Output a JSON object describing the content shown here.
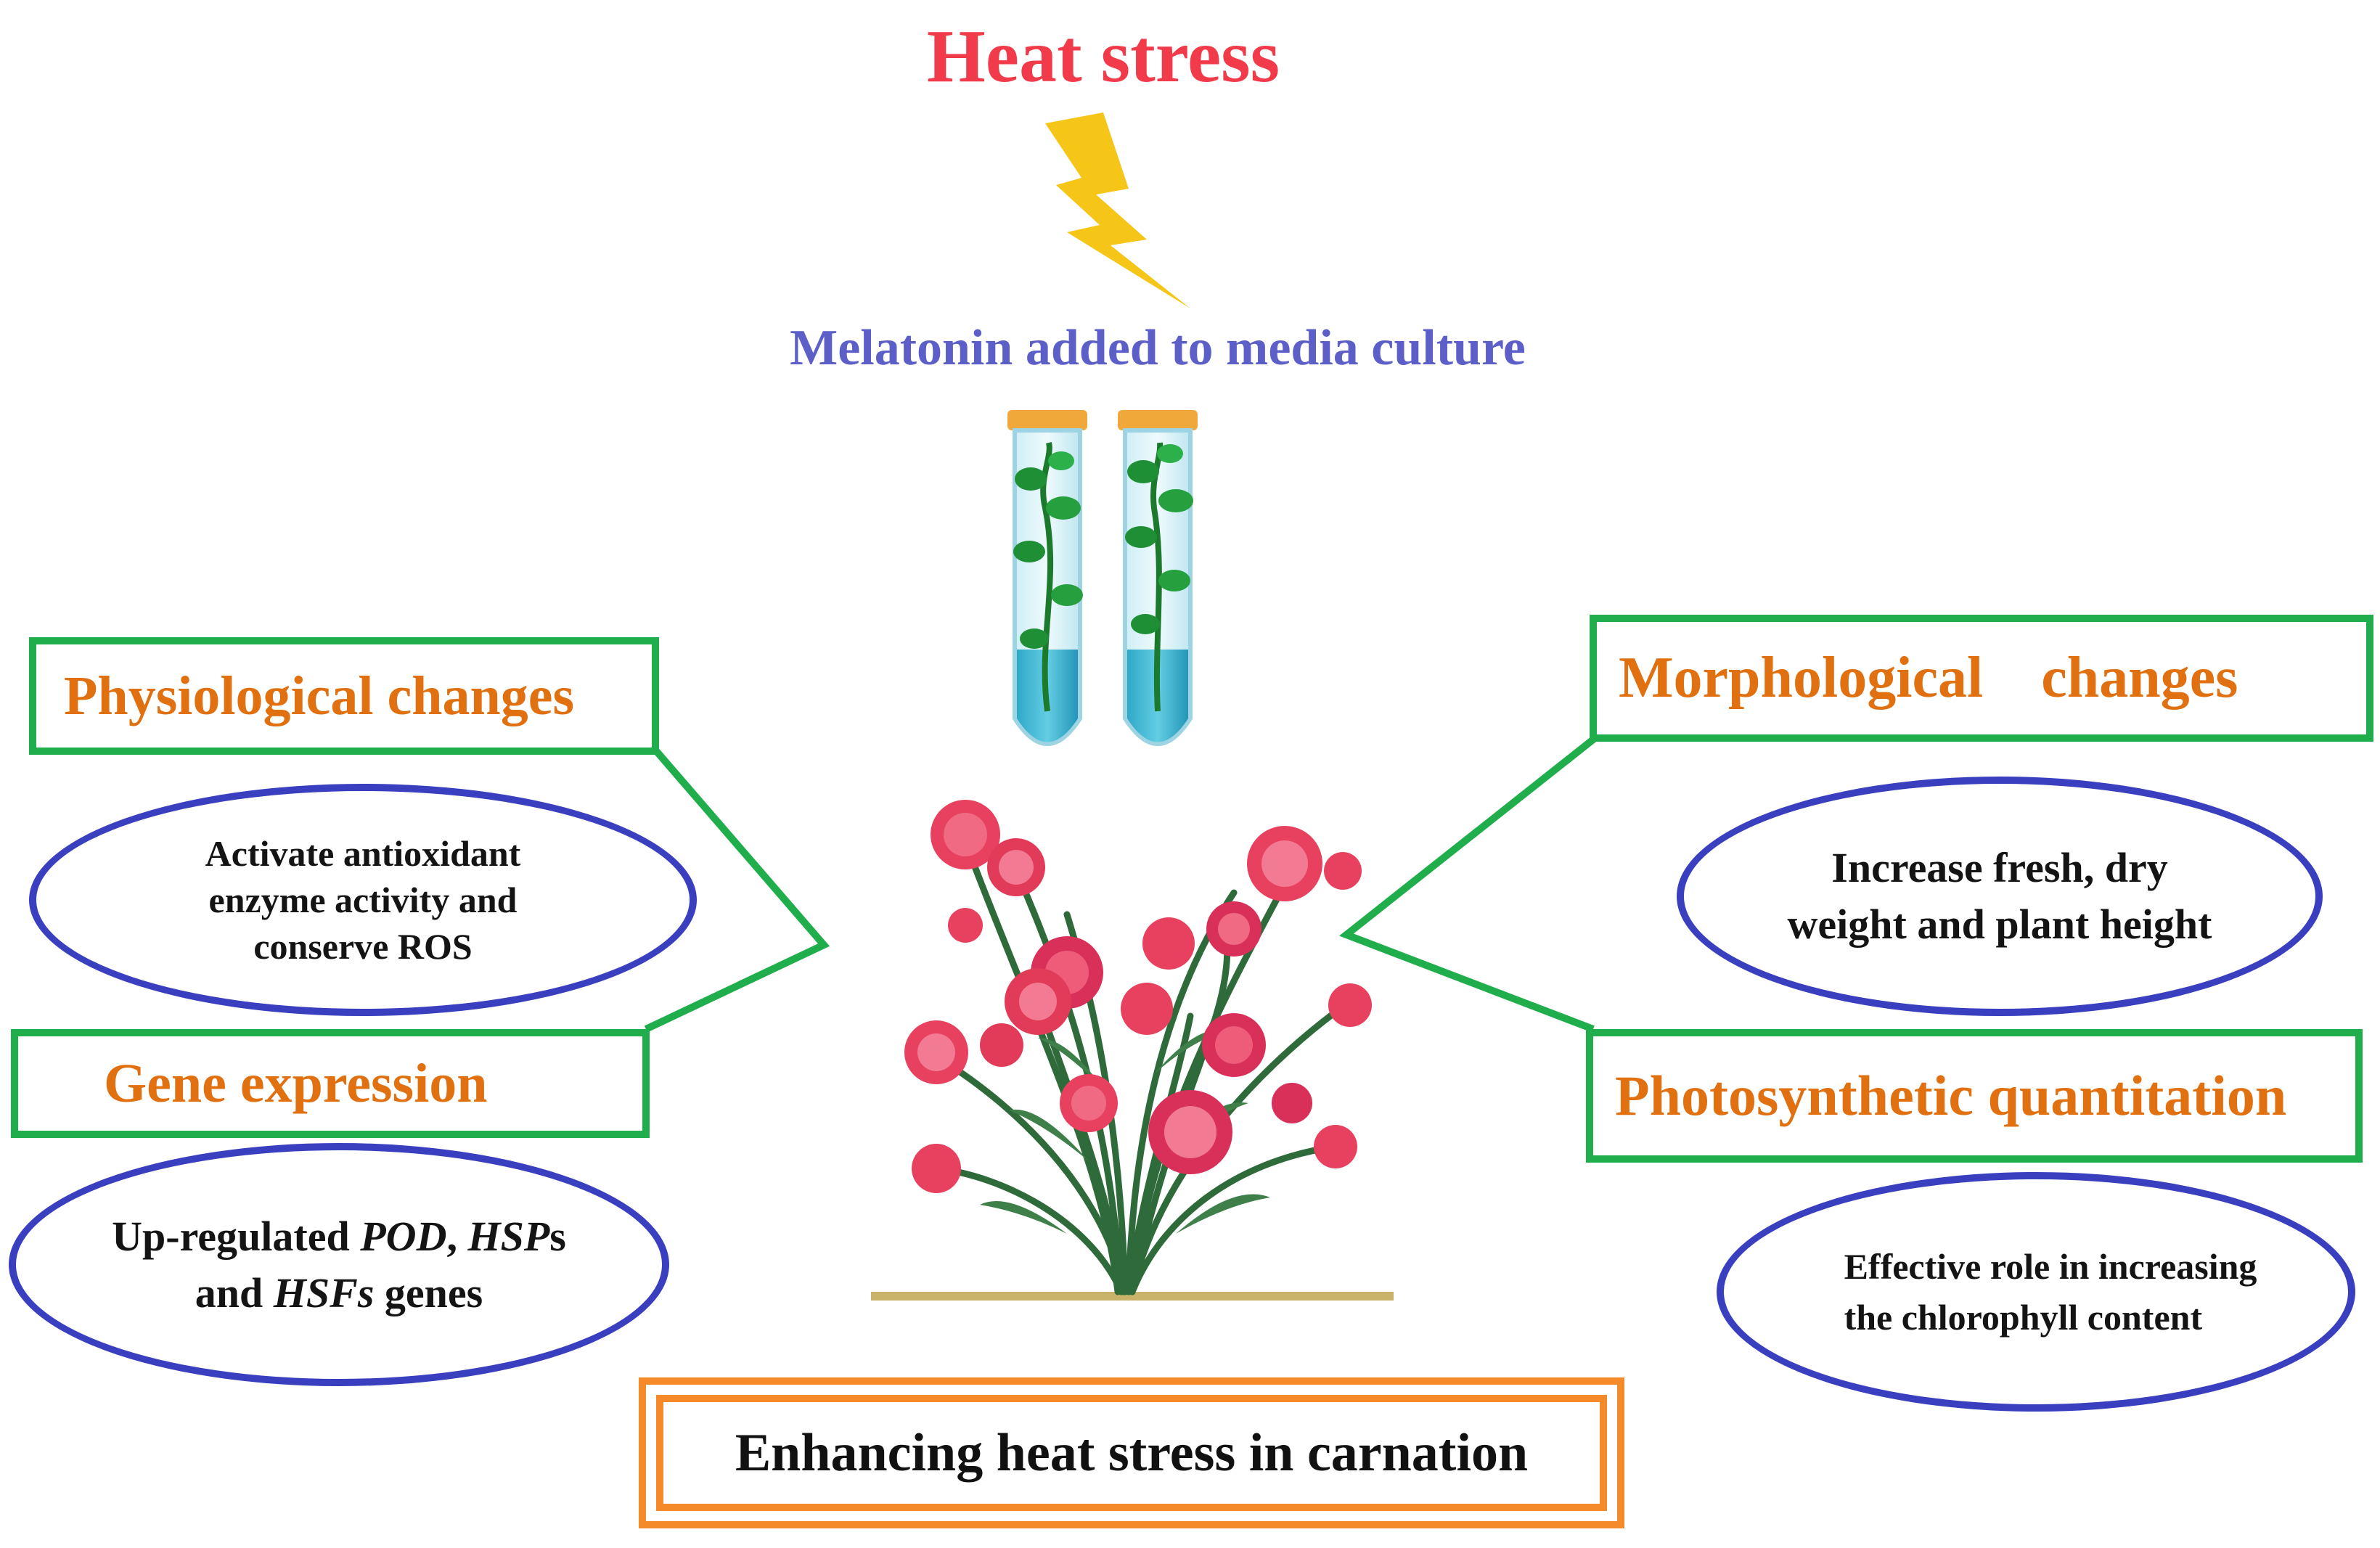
{
  "title": "Heat stress",
  "subtitle": "Melatonin added to media culture",
  "boxes": {
    "physiological": "Physiological changes",
    "gene": "Gene expression",
    "morphological": "Morphological    changes",
    "photosynthetic": "Photosynthetic quantitation"
  },
  "ellipses": {
    "antioxidant": [
      "Activate antioxidant",
      "enzyme activity and",
      "conserve ROS"
    ],
    "genes": {
      "p1": "Up-regulated ",
      "pod": "POD",
      "c1": ", ",
      "hsp": "HSP",
      "c2": "s",
      "p2": "and ",
      "hsf": "HSFs",
      "p3": " genes"
    },
    "growth": [
      "Increase fresh, dry",
      "weight and plant height"
    ],
    "chlorophyll": [
      "Effective role in increasing",
      "the chlorophyll content"
    ]
  },
  "conclusion": "Enhancing heat stress in carnation",
  "colors": {
    "title": "#f23b4a",
    "subtitle": "#5b5fc7",
    "green_border": "#1fae4b",
    "blue_border": "#3a3fbf",
    "orange_border": "#f58a2a",
    "box_text": "#e07010",
    "lightning": "#f5c518"
  },
  "icons": [
    "lightning-bolt-icon",
    "test-tube-icon",
    "carnation-plant-icon"
  ]
}
